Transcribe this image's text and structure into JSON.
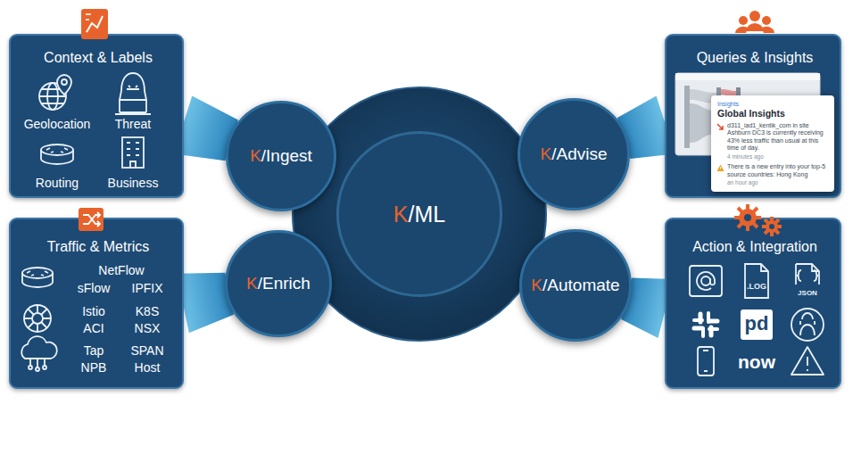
{
  "diagram": {
    "nodes": [
      {
        "text": [
          "Context & Labels",
          "Geolocation",
          "Threat",
          "Routing",
          "Business"
        ]
      },
      {
        "text": [
          "Traffic & Metrics",
          "NetFlow",
          "sFlow",
          "IPFIX",
          "Istio",
          "K8S",
          "ACI",
          "NSX",
          "Tap",
          "SPAN",
          "NPB",
          "Host"
        ]
      },
      {
        "text": [
          "K/Ingest"
        ]
      },
      {
        "text": [
          "K/Enrich"
        ]
      },
      {
        "text": [
          "K/ML"
        ]
      },
      {
        "text": [
          "K/Advise"
        ]
      },
      {
        "text": [
          "K/Automate"
        ]
      },
      {
        "text": [
          "Queries & Insights"
        ]
      },
      {
        "text": [
          "Insights",
          "Global Insights",
          "d311_iad1_kentik_com in site Ashburn DC3 is currently receiving 43% less traffic than usual at this time of day.",
          "4 minutes ago",
          "There is a new entry into your top-5 source countries: Hong Kong",
          "an hour ago"
        ],
        "in": 7
      },
      {
        "text": [
          "Action & Integration",
          ".LOG",
          "JSON",
          "pd",
          "now"
        ]
      }
    ],
    "edges": [
      {
        "from": 0,
        "to": 2,
        "arrow": "none"
      },
      {
        "from": 1,
        "to": 3,
        "arrow": "none"
      },
      {
        "from": 5,
        "to": 7,
        "arrow": "none"
      },
      {
        "from": 6,
        "to": 9,
        "arrow": "none"
      }
    ]
  }
}
